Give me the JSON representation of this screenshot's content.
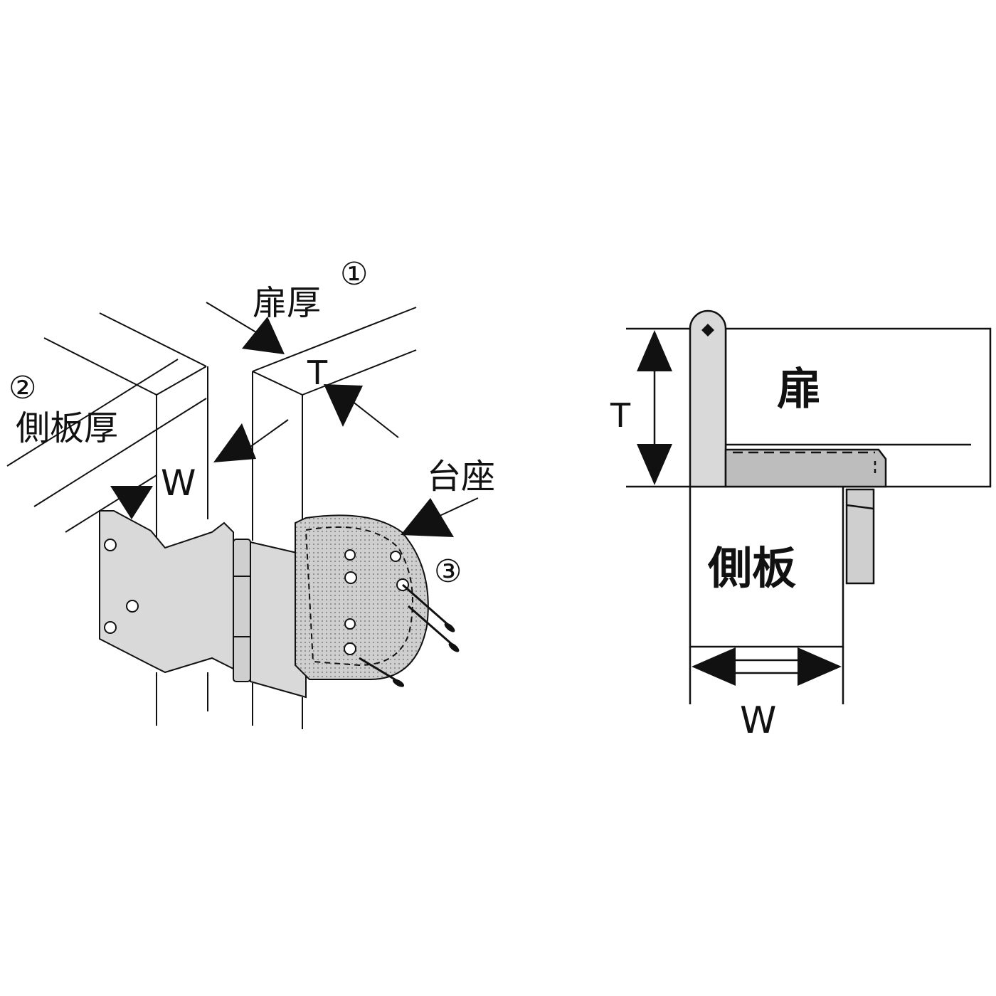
{
  "left_diagram": {
    "door_thickness_label": "扉厚",
    "door_thickness_number": "①",
    "side_panel_number": "②",
    "side_panel_thickness_label": "側板厚",
    "width_label": "W",
    "thickness_label": "T",
    "base_label": "台座",
    "base_number": "③"
  },
  "right_diagram": {
    "door_label": "扉",
    "side_panel_label": "側板",
    "thickness_label": "T",
    "width_label": "W"
  },
  "colors": {
    "ink": "#111111",
    "metal_fill": "#d9d9d9",
    "plate_fill": "#bdbdbd",
    "paper": "#ffffff"
  }
}
